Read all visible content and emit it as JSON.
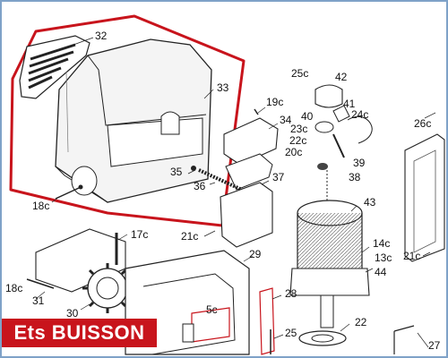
{
  "brand": {
    "text": "Ets BUISSON",
    "bg_color": "#c8141c",
    "text_color": "#ffffff"
  },
  "highlight_color": "#c8141c",
  "frame_color": "#7fa2c8",
  "part_labels": [
    {
      "id": "32",
      "text": "32"
    },
    {
      "id": "33",
      "text": "33"
    },
    {
      "id": "18c_top",
      "text": "18c"
    },
    {
      "id": "25c",
      "text": "25c"
    },
    {
      "id": "42",
      "text": "42"
    },
    {
      "id": "41",
      "text": "41"
    },
    {
      "id": "24c",
      "text": "24c"
    },
    {
      "id": "40",
      "text": "40"
    },
    {
      "id": "23c",
      "text": "23c"
    },
    {
      "id": "22c",
      "text": "22c"
    },
    {
      "id": "19c",
      "text": "19c"
    },
    {
      "id": "34",
      "text": "34"
    },
    {
      "id": "20c",
      "text": "20c"
    },
    {
      "id": "39",
      "text": "39"
    },
    {
      "id": "38",
      "text": "38"
    },
    {
      "id": "26c",
      "text": "26c"
    },
    {
      "id": "35",
      "text": "35"
    },
    {
      "id": "36",
      "text": "36"
    },
    {
      "id": "37",
      "text": "37"
    },
    {
      "id": "43",
      "text": "43"
    },
    {
      "id": "21c_mid",
      "text": "21c"
    },
    {
      "id": "17c",
      "text": "17c"
    },
    {
      "id": "14c",
      "text": "14c"
    },
    {
      "id": "13c",
      "text": "13c"
    },
    {
      "id": "21c_right",
      "text": "21c"
    },
    {
      "id": "29",
      "text": "29"
    },
    {
      "id": "44",
      "text": "44"
    },
    {
      "id": "18c_left",
      "text": "18c"
    },
    {
      "id": "31",
      "text": "31"
    },
    {
      "id": "28",
      "text": "28"
    },
    {
      "id": "30",
      "text": "30"
    },
    {
      "id": "5c",
      "text": "5c"
    },
    {
      "id": "22",
      "text": "22"
    },
    {
      "id": "25",
      "text": "25"
    },
    {
      "id": "27",
      "text": "27"
    }
  ]
}
